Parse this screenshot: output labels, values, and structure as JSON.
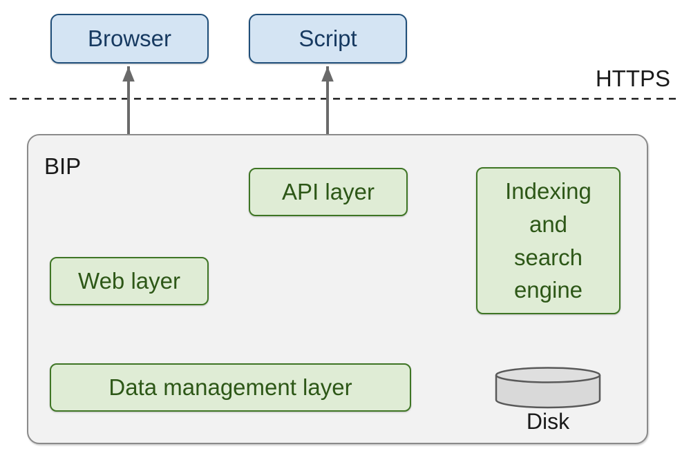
{
  "labels": {
    "https": "HTTPS"
  },
  "nodes": {
    "browser": {
      "label": "Browser"
    },
    "script": {
      "label": "Script"
    },
    "container": {
      "label": "BIP"
    },
    "api": {
      "label": "API layer"
    },
    "web": {
      "label": "Web layer"
    },
    "data": {
      "label": "Data management layer"
    },
    "index": {
      "label": "Indexing and search engine"
    },
    "disk": {
      "label": "Disk"
    }
  },
  "edges": [
    {
      "from": "browser",
      "to": "web",
      "style": "solid",
      "direction": "both"
    },
    {
      "from": "script",
      "to": "api",
      "style": "solid",
      "direction": "both"
    },
    {
      "from": "api",
      "to": "data",
      "style": "solid",
      "direction": "both"
    },
    {
      "from": "web",
      "to": "data",
      "style": "solid",
      "direction": "both"
    },
    {
      "from": "index",
      "to": "api",
      "style": "dashed",
      "direction": "to"
    },
    {
      "from": "index",
      "to": "web",
      "style": "dashed",
      "direction": "to"
    },
    {
      "from": "data",
      "to": "index",
      "style": "dotted",
      "direction": "to"
    },
    {
      "from": "data",
      "to": "disk",
      "style": "solid",
      "direction": "both"
    },
    {
      "from": "index",
      "to": "disk",
      "style": "solid",
      "direction": "both"
    }
  ],
  "colors": {
    "blue_fill": "#d4e4f3",
    "blue_border": "#1f4e79",
    "blue_text": "#173a61",
    "green_fill": "#dfecd5",
    "green_border": "#3e7524",
    "green_text": "#2d5717",
    "container_fill": "#f2f2f2",
    "container_border": "#8a8a8a",
    "arrow_gray": "#6a6a6a",
    "boundary_black": "#1a1a1a",
    "disk_fill": "#d9d9d9",
    "disk_border": "#595959"
  }
}
